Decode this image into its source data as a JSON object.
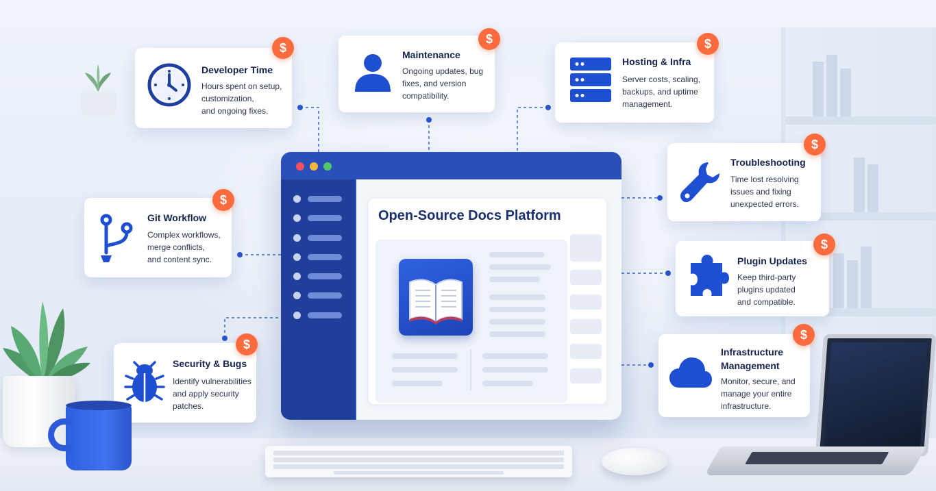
{
  "platform": {
    "title": "Open-Source Docs Platform"
  },
  "cards": {
    "developer_time": {
      "title": "Developer Time",
      "desc": [
        "Hours spent on setup,",
        "customization,",
        "and ongoing fixes."
      ]
    },
    "maintenance": {
      "title": "Maintenance",
      "desc": [
        "Ongoing updates, bug",
        "fixes, and version",
        "compatibility."
      ]
    },
    "hosting": {
      "title": "Hosting & Infra",
      "desc": [
        "Server costs, scaling,",
        "backups, and uptime",
        "management."
      ]
    },
    "troubleshooting": {
      "title": "Troubleshooting",
      "desc": [
        "Time lost resolving",
        "issues and fixing",
        "unexpected errors."
      ]
    },
    "git_workflow": {
      "title": "Git Workflow",
      "desc": [
        "Complex workflows,",
        "merge conflicts,",
        "and content sync."
      ]
    },
    "plugin_updates": {
      "title": "Plugin Updates",
      "desc": [
        "Keep third-party",
        "plugins updated",
        "and compatible."
      ]
    },
    "security": {
      "title": "Security & Bugs",
      "desc": [
        "Identify vulnerabilities",
        "and apply security",
        "patches."
      ]
    },
    "infrastructure": {
      "title": [
        "Infrastructure",
        "Management"
      ],
      "desc": [
        "Monitor, secure, and",
        "manage your entire",
        "infrastructure."
      ]
    }
  },
  "cost_badge": "$",
  "icons": {
    "developer_time": "clock-icon",
    "maintenance": "user-icon",
    "hosting": "server-icon",
    "troubleshooting": "wrench-icon",
    "git_workflow": "git-branch-icon",
    "plugin_updates": "puzzle-icon",
    "security": "bug-icon",
    "infrastructure": "cloud-icon",
    "platform": "book-icon"
  },
  "colors": {
    "accent": "#2a4fb9",
    "icon_blue": "#1e4fd0",
    "cost_badge": "#fb6b3d",
    "window_red": "#f0515e",
    "window_yellow": "#f6b73c",
    "window_green": "#4fc76a"
  }
}
